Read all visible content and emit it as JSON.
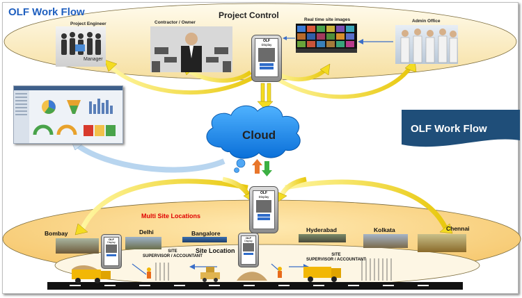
{
  "header": {
    "title": "OLF Work Flow"
  },
  "banner": {
    "text": "OLF Work Flow"
  },
  "top_ellipse": {
    "title": "Project Control",
    "labels": {
      "project_engineer": "Project Engineer",
      "manager": "Manager",
      "contractor": "Contractor / Owner",
      "realtime": "Real time site images",
      "admin": "Admin Office"
    }
  },
  "device": {
    "title": "OLF",
    "subtitle": "Display"
  },
  "cloud": {
    "label": "Cloud"
  },
  "bottom": {
    "multi_site": "Multi Site Locations",
    "site_location": "Site Location",
    "cities": [
      "Bombay",
      "Delhi",
      "Bangalore",
      "Hyderabad",
      "Kolkata",
      "Chennai"
    ],
    "supervisor_line1": "SITE",
    "supervisor_line2": "SUPERVISOR / ACCOUNTANT"
  },
  "colors": {
    "ellipse_fill": "#fbefc0",
    "ellipse_top": "#fdf6dd",
    "cloud_blue": "#1e90ff",
    "arrow_yellow": "#f4dc22",
    "arrow_green": "#3cb043",
    "arrow_orange": "#e8762b",
    "banner": "#1f4e79",
    "title_blue": "#1f5fbf",
    "multi_site_red": "#e00000"
  }
}
